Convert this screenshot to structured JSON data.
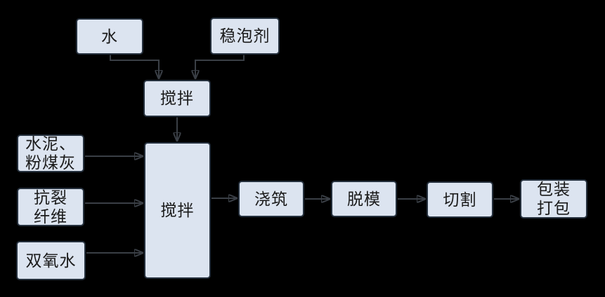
{
  "diagram": {
    "type": "flowchart",
    "background_color": "#000000",
    "node_fill_color": "#dce4f0",
    "node_border_color": "#25303d",
    "arrow_color": "#3a3f46",
    "text_color": "#1a1a1a",
    "nodes": [
      {
        "id": "water",
        "label": "水"
      },
      {
        "id": "foam-stabilizer",
        "label": "稳泡剂"
      },
      {
        "id": "mix-pre",
        "label": "搅拌"
      },
      {
        "id": "cement-flyash",
        "label": "水泥、\n粉煤灰"
      },
      {
        "id": "anticrack-fiber",
        "label": "抗裂\n纤维"
      },
      {
        "id": "hydrogen-peroxide",
        "label": "双氧水"
      },
      {
        "id": "mix-main",
        "label": "搅拌"
      },
      {
        "id": "pouring",
        "label": "浇筑"
      },
      {
        "id": "demolding",
        "label": "脱模"
      },
      {
        "id": "cutting",
        "label": "切割"
      },
      {
        "id": "packing",
        "label": "包装\n打包"
      }
    ],
    "edges": [
      {
        "from": "水",
        "to": "搅拌(上)"
      },
      {
        "from": "稳泡剂",
        "to": "搅拌(上)"
      },
      {
        "from": "搅拌(上)",
        "to": "搅拌(主)"
      },
      {
        "from": "水泥、粉煤灰",
        "to": "搅拌(主)"
      },
      {
        "from": "抗裂纤维",
        "to": "搅拌(主)"
      },
      {
        "from": "双氧水",
        "to": "搅拌(主)"
      },
      {
        "from": "搅拌(主)",
        "to": "浇筑"
      },
      {
        "from": "浇筑",
        "to": "脱模"
      },
      {
        "from": "脱模",
        "to": "切割"
      },
      {
        "from": "切割",
        "to": "包装打包"
      }
    ]
  }
}
